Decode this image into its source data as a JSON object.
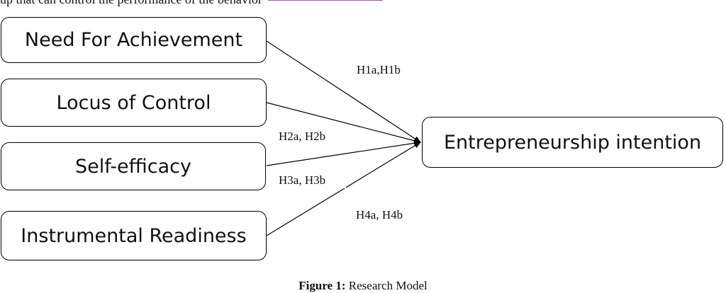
{
  "top_text": {
    "text": "up that can control the performance of the behavior",
    "citation": ""
  },
  "diagram": {
    "inputs": [
      {
        "label": "Need For Achievement"
      },
      {
        "label": "Locus of Control"
      },
      {
        "label": "Self-efficacy"
      },
      {
        "label": "Instrumental Readiness"
      }
    ],
    "target": {
      "label": "Entrepreneurship intention"
    },
    "hypotheses": [
      "H1a,H1b",
      "H2a, H2b",
      "H3a, H3b",
      "H4a, H4b"
    ]
  },
  "caption": {
    "prefix": "Figure 1:",
    "text": " Research Model"
  }
}
